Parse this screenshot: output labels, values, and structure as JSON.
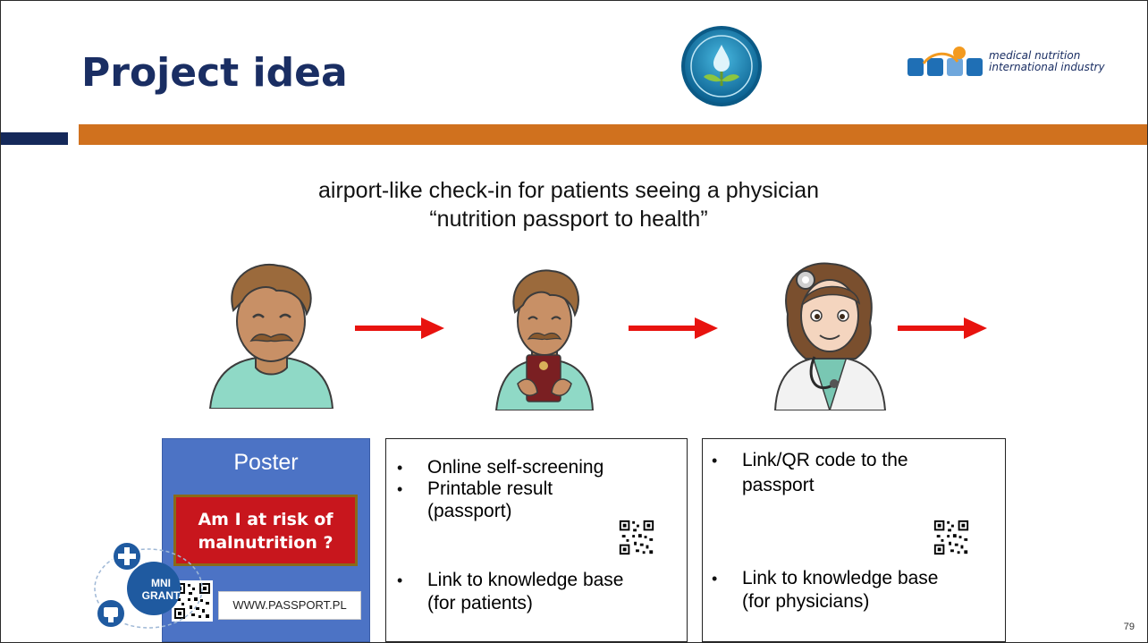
{
  "slide": {
    "title": "Project idea",
    "headline_line1": "airport-like check-in for patients seeing a physician",
    "headline_line2": "“nutrition passport to health”",
    "page_number": "79"
  },
  "logos": {
    "mni_line1": "medical nutrition",
    "mni_line2": "international industry",
    "badge_line1": "MNI",
    "badge_line2": "GRANT"
  },
  "poster": {
    "title": "Poster",
    "question_line1": "Am I at risk of",
    "question_line2": "malnutrition ?",
    "url": "WWW.PASSPORT.PL"
  },
  "patient_box": {
    "items": [
      {
        "bullet": "•",
        "line1": "Online self-screening",
        "line2": ""
      },
      {
        "bullet": "•",
        "line1": "Printable result",
        "line2": "(passport)"
      },
      {
        "bullet": "•",
        "line1": "Link to knowledge base",
        "line2": "(for patients)"
      }
    ]
  },
  "physician_box": {
    "items": [
      {
        "bullet": "•",
        "line1": "Link/QR code to the",
        "line2": "passport"
      },
      {
        "bullet": "•",
        "line1": "Link to knowledge base",
        "line2": "(for physicians)"
      }
    ]
  },
  "colors": {
    "title_navy": "#1a2e63",
    "accent_orange": "#d0711e",
    "poster_blue": "#4c73c5",
    "alert_red": "#c8161d",
    "arrow_red": "#e8130f"
  }
}
